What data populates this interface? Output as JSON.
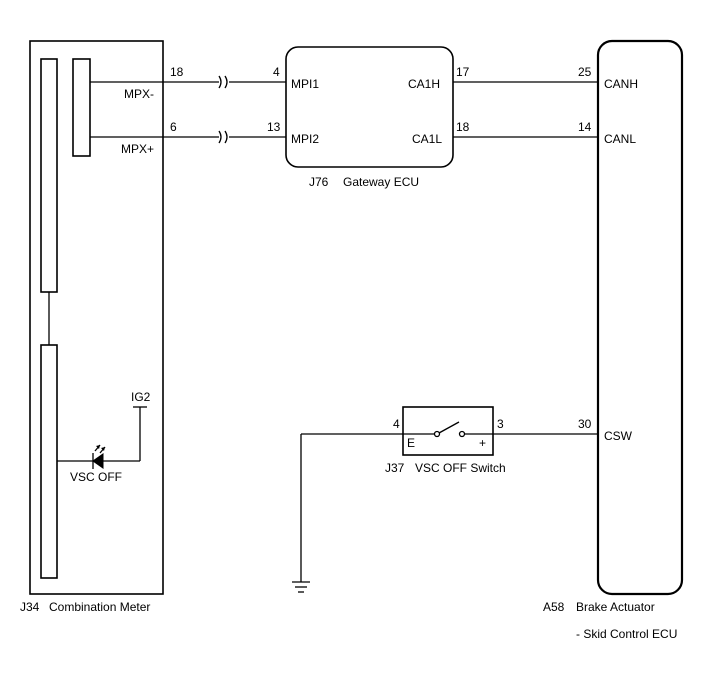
{
  "components": {
    "combination_meter": {
      "connector": "J34",
      "name": "Combination Meter"
    },
    "gateway_ecu": {
      "connector": "J76",
      "name": "Gateway ECU"
    },
    "brake_actuator": {
      "connector": "A58",
      "name": "Brake Actuator",
      "subtitle": "- Skid Control ECU"
    },
    "vsc_off_switch": {
      "connector": "J37",
      "name": "VSC OFF Switch"
    }
  },
  "meter_terminals": {
    "mpx_minus": "MPX-",
    "mpx_plus": "MPX+",
    "ig2": "IG2",
    "vsc_off_indicator": "VSC OFF"
  },
  "gateway_terminals": {
    "mpi1": "MPI1",
    "mpi2": "MPI2",
    "ca1h": "CA1H",
    "ca1l": "CA1L"
  },
  "actuator_terminals": {
    "canh": "CANH",
    "canl": "CANL",
    "csw": "CSW"
  },
  "switch_terminals": {
    "e": "E",
    "plus": "+"
  },
  "pins": {
    "meter_mpx_minus": "18",
    "meter_mpx_plus": "6",
    "gw_mpi1": "4",
    "gw_mpi2": "13",
    "gw_ca1h": "17",
    "gw_ca1l": "18",
    "act_canh": "25",
    "act_canl": "14",
    "act_csw": "30",
    "sw_e": "4",
    "sw_plus": "3"
  }
}
